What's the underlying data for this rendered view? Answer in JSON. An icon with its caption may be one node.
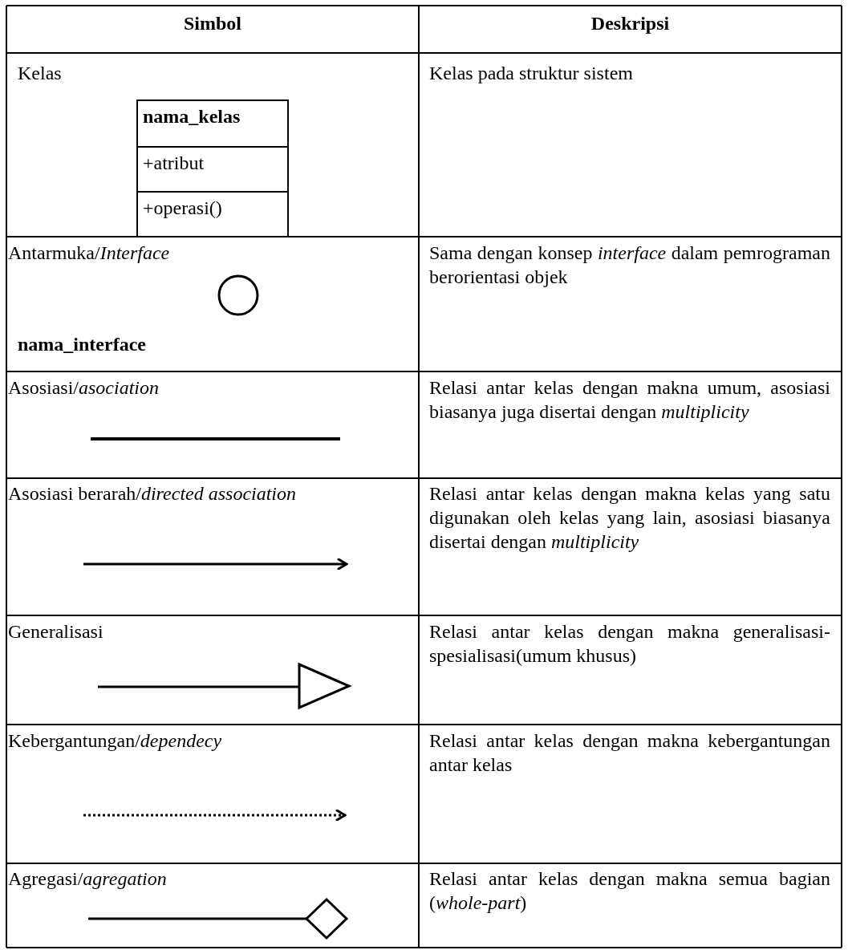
{
  "diagram": {
    "nodes": [
      {
        "text": [
          "nama_kelas",
          "+atribut",
          "+operasi()"
        ]
      }
    ],
    "labels": [
      "Simbol",
      "Deskripsi",
      "Kelas",
      "Kelas pada struktur sistem",
      "Antarmuka/*Interface*",
      "nama_interface",
      "Sama dengan konsep *interface* dalam pemrograman berorientasi objek",
      "Asosiasi/*asociation*",
      "Relasi antar kelas dengan makna umum, asosiasi biasanya juga disertai dengan *multiplicity*",
      "Asosiasi berarah/*directed association*",
      "Relasi antar kelas dengan makna kelas yang satu digunakan oleh kelas yang lain, asosiasi biasanya disertai dengan *multiplicity*",
      "Generalisasi",
      "Relasi antar kelas dengan makna generalisasi-spesialisasi(umum khusus)",
      "Kebergantungan/*dependecy*",
      "Relasi antar kelas dengan makna kebergantungan antar kelas",
      "Agregasi/*agregation*",
      "Relasi antar kelas dengan makna semua bagian (*whole-part*)"
    ]
  }
}
